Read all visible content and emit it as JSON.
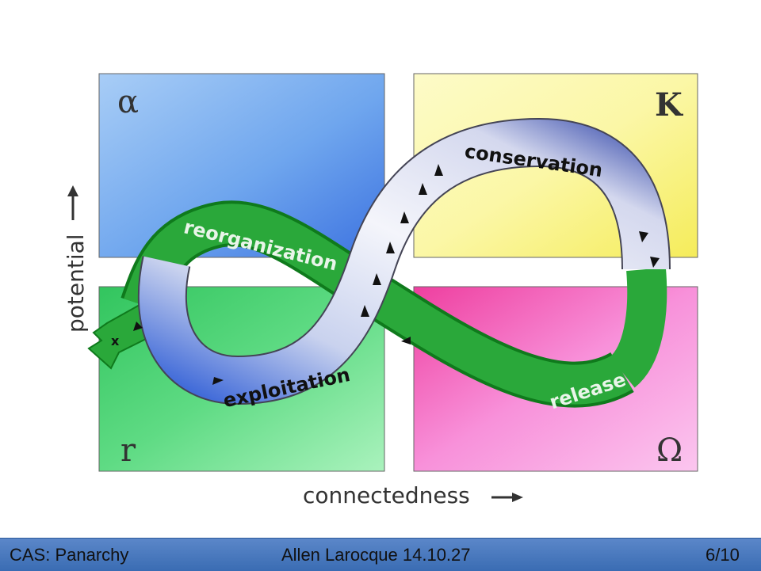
{
  "quadrants": {
    "alpha": {
      "letter": "α",
      "color": "#5b9bea"
    },
    "K": {
      "letter": "K",
      "color": "#f9f49a"
    },
    "r": {
      "letter": "r",
      "color": "#5cd77f"
    },
    "omega": {
      "letter": "Ω",
      "color": "#f27cd0"
    }
  },
  "phases": {
    "conservation": "conservation",
    "release": "release",
    "reorganization": "reorganization",
    "exploitation": "exploitation"
  },
  "exit_marker": "x",
  "axes": {
    "y_label": "potential",
    "x_label": "connectedness"
  },
  "footer": {
    "left": "CAS: Panarchy",
    "center": "Allen Larocque 14.10.27",
    "right": "6/10"
  }
}
